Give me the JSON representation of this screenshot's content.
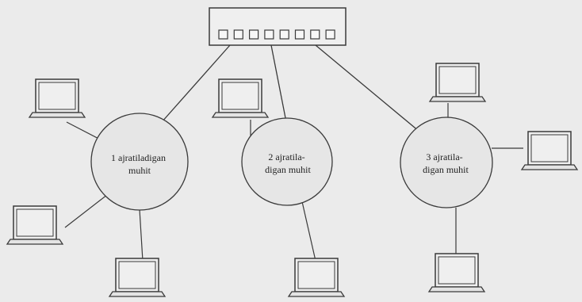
{
  "diagram": {
    "switch": {
      "ports": 8
    },
    "segments": [
      {
        "id": "seg1",
        "label_lines": [
          "1 ajratiladigan",
          "muhit"
        ]
      },
      {
        "id": "seg2",
        "label_lines": [
          "2 ajratila-",
          "digan muhit"
        ]
      },
      {
        "id": "seg3",
        "label_lines": [
          "3 ajratila-",
          "digan muhit"
        ]
      }
    ],
    "colors": {
      "background": "#ebebeb",
      "stroke": "#3a3a3a",
      "fill": "#e6e6e6",
      "text": "#222222"
    }
  }
}
